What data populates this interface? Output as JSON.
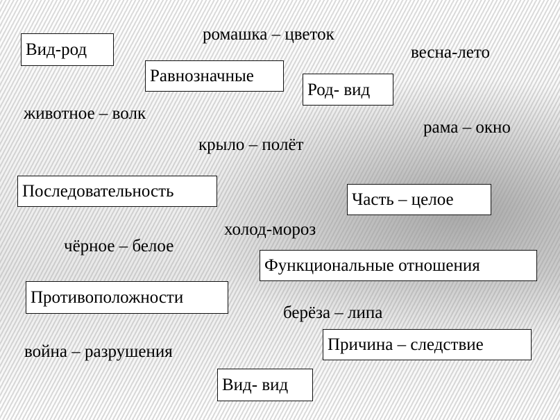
{
  "categories": {
    "vid_rod": "Вид-род",
    "ravnoznachnye": "Равнозначные",
    "rod_vid": "Род- вид",
    "posledovatelnost": "Последовательность",
    "chast_tseloe": "Часть – целое",
    "funktsionalnye": "Функциональные отношения",
    "protivopolozhnosti": "Противоположности",
    "prichina_sledstvie": "Причина – следствие",
    "vid_vid": "Вид- вид"
  },
  "pairs": {
    "romashka": "ромашка – цветок",
    "vesna": "весна-лето",
    "zhivotnoe": "животное – волк",
    "rama": "рама – окно",
    "krylo": "крыло – полёт",
    "kholod": "холод-мороз",
    "chernoe": "чёрное – белое",
    "bereza": "берёза – липа",
    "voina": "война – разрушения"
  }
}
